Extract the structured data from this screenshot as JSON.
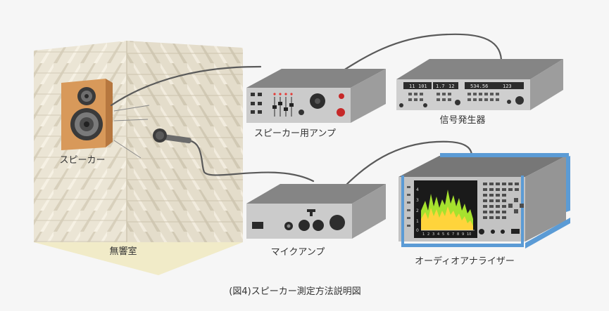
{
  "labels": {
    "speaker": "スピーカー",
    "anechoic_room": "無響室",
    "speaker_amp": "スピーカー用アンプ",
    "signal_generator": "信号発生器",
    "mic_amp": "マイクアンプ",
    "audio_analyzer": "オーディオアナライザー"
  },
  "caption": "(図4)スピーカー測定方法説明図",
  "signal_generator_display": {
    "left_1": "11",
    "left_2": "101",
    "middle_1": "1.7",
    "middle_2": "12",
    "right_1": "534.56",
    "right_2": "123"
  },
  "analyzer_screen": {
    "y_ticks": [
      "4",
      "3",
      "2",
      "1",
      "0"
    ],
    "x_ticks": [
      "1",
      "2",
      "3",
      "4",
      "5",
      "6",
      "7",
      "8",
      "9",
      "10"
    ]
  },
  "colors": {
    "background": "#f6f6f6",
    "wall": "#e9e3d3",
    "floor": "#f1ebc8",
    "speaker_box": "#d8995a",
    "device_top": "#888888",
    "device_front": "#c9c9c9",
    "analyzer_frame": "#5b9bd5",
    "screen_green": "#a6e22e",
    "screen_yellow": "#ffd43b"
  }
}
